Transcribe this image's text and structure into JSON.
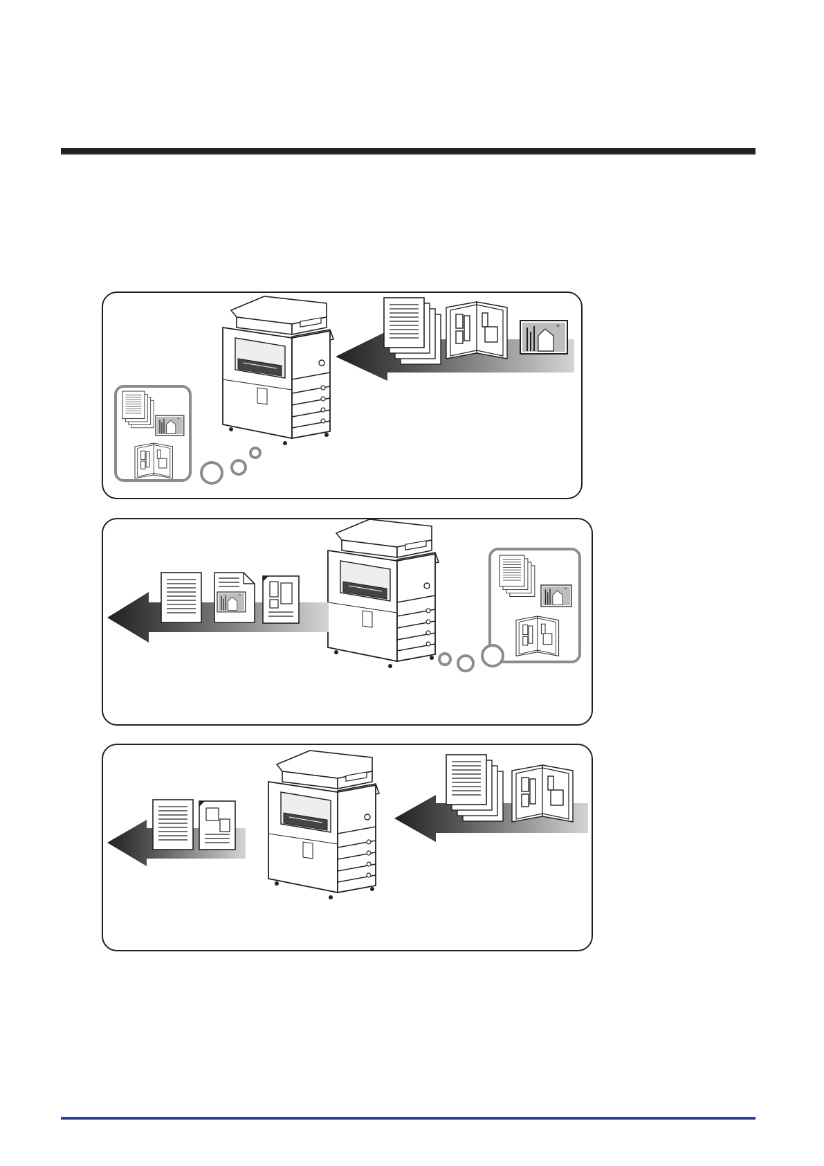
{
  "page": {
    "header_rule": "header-divider",
    "footer_rule": "footer-divider"
  },
  "figure": {
    "panels": [
      {
        "name": "panel-scan-in",
        "icons": [
          "multifunction-printer-icon",
          "document-stack-icon",
          "open-book-icon",
          "photo-icon",
          "stored-data-bubble-icon"
        ]
      },
      {
        "name": "panel-print-out",
        "icons": [
          "multifunction-printer-icon",
          "document-stack-icon",
          "photo-page-icon",
          "layout-page-icon",
          "stored-data-bubble-icon"
        ]
      },
      {
        "name": "panel-copy",
        "icons": [
          "multifunction-printer-icon",
          "document-stack-icon",
          "open-book-icon",
          "document-icon",
          "layout-page-icon"
        ]
      }
    ]
  },
  "colors": {
    "line": "#231f20",
    "bubble": "#8c8c8c",
    "footer": "#2f3f8f"
  }
}
